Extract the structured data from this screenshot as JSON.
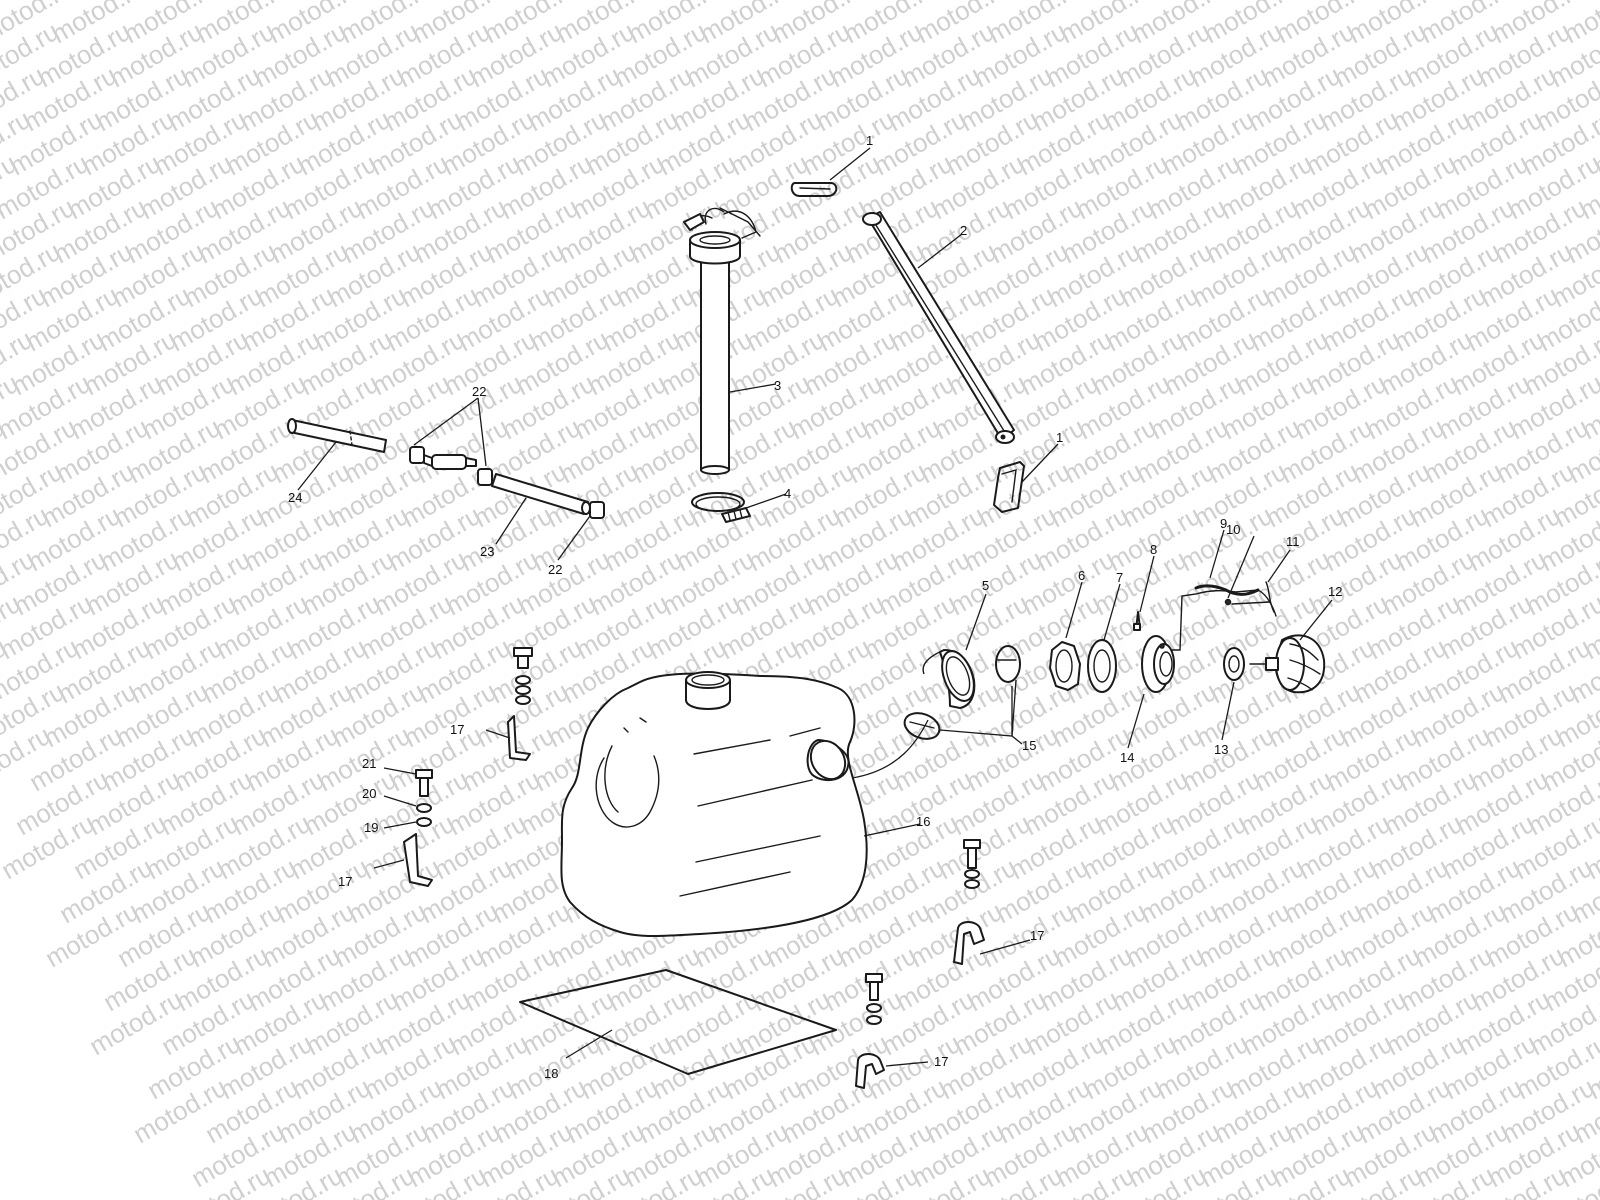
{
  "watermark": "motod.ru",
  "callouts": {
    "c1a": "1",
    "c1b": "1",
    "c2": "2",
    "c3": "3",
    "c4": "4",
    "c5": "5",
    "c6": "6",
    "c7": "7",
    "c8": "8",
    "c9": "9",
    "c10": "10",
    "c11": "11",
    "c12": "12",
    "c13": "13",
    "c14": "14",
    "c15": "15",
    "c16": "16",
    "c17a": "17",
    "c17b": "17",
    "c17c": "17",
    "c17d": "17",
    "c18": "18",
    "c19": "19",
    "c20": "20",
    "c21": "21",
    "c22a": "22",
    "c22b": "22",
    "c23": "23",
    "c24": "24"
  }
}
